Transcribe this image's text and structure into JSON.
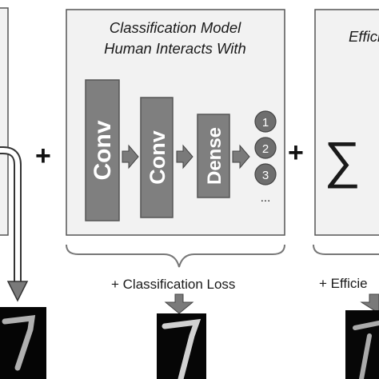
{
  "model_panel": {
    "title_line1": "Classification Model",
    "title_line2": "Human Interacts With",
    "layers": [
      "Conv",
      "Conv",
      "Dense"
    ],
    "outputs": [
      "1",
      "2",
      "3"
    ],
    "more": "..."
  },
  "right_panel": {
    "title_partial": "Effici",
    "symbol": "∑"
  },
  "operators": {
    "plus": "+"
  },
  "losses": {
    "classification": "+ Classification Loss",
    "efficiency_partial": "+ Efficie"
  },
  "colors": {
    "panel_fill": "#f2f2f2",
    "panel_border": "#555555",
    "layer_fill": "#7f7f7f",
    "arrow_fill": "#7a7a7a"
  }
}
